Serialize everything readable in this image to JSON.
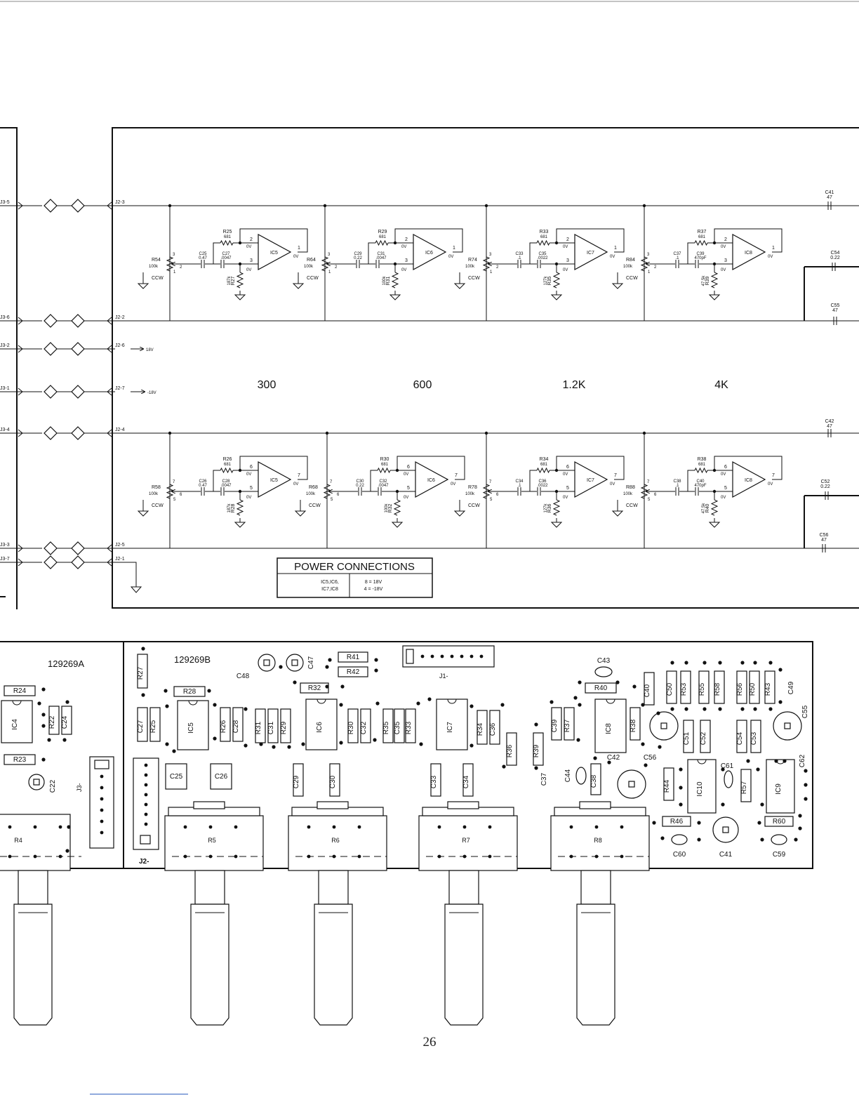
{
  "schematic": {
    "bands": [
      "300",
      "600",
      "1.2K",
      "4K"
    ],
    "power_box": {
      "title": "POWER CONNECTIONS",
      "ics_line1": "IC5,IC6,",
      "ics_line2": "IC7,IC8",
      "pin8": "8 = 18V",
      "pin4": "4 = -18V"
    },
    "connectors_left": [
      "J3-5",
      "J3-6",
      "J3-2",
      "J3-1",
      "J3-4",
      "J3-3",
      "J3-7"
    ],
    "connectors_right": [
      "J2-3",
      "J2-2",
      "J2-6",
      "J2-7",
      "J2-4",
      "J2-5",
      "J2-1"
    ],
    "rail_labels": {
      "pos": "18V",
      "neg": "-18V",
      "ccw": "CCW",
      "zero": "0V"
    },
    "top_row": [
      {
        "pot": "R54",
        "pot_val": "100k",
        "c_in": "C25",
        "c_in_val": "0.47",
        "c_fb": "C27",
        "c_fb_val": ".0047",
        "r_fb": "R25",
        "r_fb_val": "681",
        "r_gnd": "R27",
        "r_gnd_val": "187k",
        "ic": "IC5"
      },
      {
        "pot": "R64",
        "pot_val": "100k",
        "c_in": "C29",
        "c_in_val": "0.22",
        "c_fb": "C31",
        "c_fb_val": ".0047",
        "r_fb": "R29",
        "r_fb_val": "681",
        "r_gnd": "R31",
        "r_gnd_val": "100k",
        "ic": "IC6"
      },
      {
        "pot": "R74",
        "pot_val": "100k",
        "c_in": "C33",
        "c_in_val": ".1",
        "c_fb": "C35",
        "c_fb_val": ".0022",
        "r_fb": "R33",
        "r_fb_val": "681",
        "r_gnd": "R35",
        "r_gnd_val": "127k",
        "ic": "IC7"
      },
      {
        "pot": "R84",
        "pot_val": "100k",
        "c_in": "C37",
        "c_in_val": ".1",
        "c_fb": "C39",
        "c_fb_val": "470pF",
        "r_fb": "R37",
        "r_fb_val": "681",
        "r_gnd": "R39",
        "r_gnd_val": "47.5k",
        "ic": "IC8"
      }
    ],
    "bottom_row": [
      {
        "pot": "R58",
        "pot_val": "100k",
        "c_in": "C26",
        "c_in_val": "0.47",
        "c_fb": "C28",
        "c_fb_val": ".0047",
        "r_fb": "R26",
        "r_fb_val": "681",
        "r_gnd": "R28",
        "r_gnd_val": "187k",
        "ic": "IC5"
      },
      {
        "pot": "R68",
        "pot_val": "100k",
        "c_in": "C30",
        "c_in_val": "0.22",
        "c_fb": "C32",
        "c_fb_val": ".0047",
        "r_fb": "R30",
        "r_fb_val": "681",
        "r_gnd": "R32",
        "r_gnd_val": "100k",
        "ic": "IC6"
      },
      {
        "pot": "R78",
        "pot_val": "100k",
        "c_in": "C34",
        "c_in_val": ".1",
        "c_fb": "C36",
        "c_fb_val": ".0022",
        "r_fb": "R34",
        "r_fb_val": "681",
        "r_gnd": "R36",
        "r_gnd_val": "127k",
        "ic": "IC7"
      },
      {
        "pot": "R88",
        "pot_val": "100k",
        "c_in": "C38",
        "c_in_val": ".1",
        "c_fb": "C40",
        "c_fb_val": "470pF",
        "r_fb": "R38",
        "r_fb_val": "681",
        "r_gnd": "R40",
        "r_gnd_val": "47.5k",
        "ic": "IC8"
      }
    ],
    "top_pins": {
      "inv": "2",
      "noninv": "3",
      "out": "1",
      "wiper": "2",
      "a": "3",
      "b": "1"
    },
    "bottom_pins": {
      "inv": "6",
      "noninv": "5",
      "out": "7",
      "wiper": "6",
      "a": "7",
      "b": "5"
    },
    "right_caps": {
      "c41": "C41",
      "c41_val": "47",
      "c42": "C42",
      "c42_val": "47",
      "c54": "C54",
      "c54_val": "0.22",
      "c55": "C55",
      "c55_val": "47",
      "c52": "C52",
      "c52_val": "0.22",
      "c56": "C56",
      "c56_val": "47"
    }
  },
  "board": {
    "board_a": "129269A",
    "board_b": "129269B",
    "headers": {
      "j1": "J1-",
      "j2": "J2-",
      "j3": "J3-"
    },
    "pots": [
      "R4",
      "R5",
      "R6",
      "R7",
      "R8"
    ],
    "parts": {
      "R24": "R24",
      "R23": "R23",
      "IC4": "IC4",
      "R22": "R22",
      "C24": "C24",
      "C22": "C22",
      "R27": "R27",
      "R28": "R28",
      "C27": "C27",
      "R25": "R25",
      "IC5": "IC5",
      "R26": "R26",
      "C28": "C28",
      "C25": "C25",
      "C26": "C26",
      "C48": "C48",
      "C47": "C47",
      "R41": "R41",
      "R42": "R42",
      "R32": "R32",
      "R31": "R31",
      "C31": "C31",
      "R29": "R29",
      "IC6": "IC6",
      "R30": "R30",
      "C32": "C32",
      "C29": "C29",
      "C30": "C30",
      "R35": "R35",
      "C35": "C35",
      "R33": "R33",
      "IC7": "IC7",
      "R34": "R34",
      "C36": "C36",
      "R36": "R36",
      "C33": "C33",
      "C34": "C34",
      "R39": "R39",
      "C39": "C39",
      "R37": "R37",
      "C43": "C43",
      "R40": "R40",
      "IC8": "IC8",
      "R38": "R38",
      "C40": "C40",
      "C37": "C37",
      "C44": "C44",
      "C38": "C38",
      "C42": "C42",
      "C56": "C56",
      "C50": "C50",
      "R53": "R53",
      "R55": "R55",
      "R58": "R58",
      "R56": "R56",
      "R50": "R50",
      "R43": "R43",
      "C49": "C49",
      "C51": "C51",
      "C52": "C52",
      "C54": "C54",
      "C53": "C53",
      "C55": "C55",
      "C62": "C62",
      "R44": "R44",
      "IC10": "IC10",
      "C61": "C61",
      "R57": "R57",
      "IC9": "IC9",
      "R46": "R46",
      "R60": "R60",
      "C60": "C60",
      "C41": "C41",
      "C59": "C59"
    }
  },
  "page_number": "26"
}
